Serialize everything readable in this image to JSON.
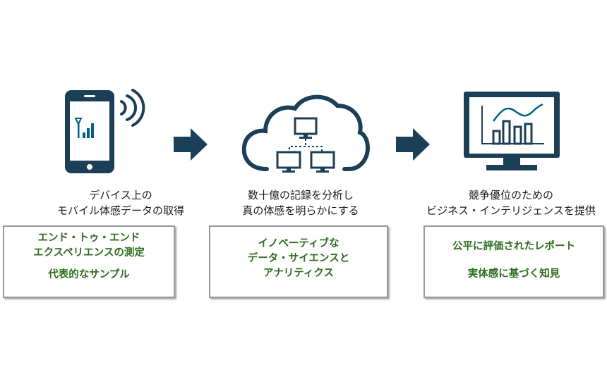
{
  "colors": {
    "icon_dark": "#1b3f57",
    "icon_teal": "#005f87",
    "box_text": "#2e6b1f",
    "box_border": "#9a9a9a"
  },
  "icons": [
    "smartphone-signal-icon",
    "cloud-network-icon",
    "monitor-chart-icon",
    "arrow-right-icon"
  ],
  "steps": [
    {
      "caption": [
        "デバイス上の",
        "モバイル体感データの取得"
      ],
      "box": [
        "エンド・トゥ・エンド",
        "エクスペリエンスの測定",
        "",
        "代表的なサンプル"
      ]
    },
    {
      "caption": [
        "数十億の記録を分析し",
        "真の体感を明らかにする"
      ],
      "box": [
        "イノベーティブな",
        "データ・サイエンスと",
        "アナリティクス"
      ]
    },
    {
      "caption": [
        "競争優位のための",
        "ビジネス・インテリジェンスを提供"
      ],
      "box": [
        "公平に評価されたレポート",
        "",
        "実体感に基づく知見"
      ]
    }
  ]
}
